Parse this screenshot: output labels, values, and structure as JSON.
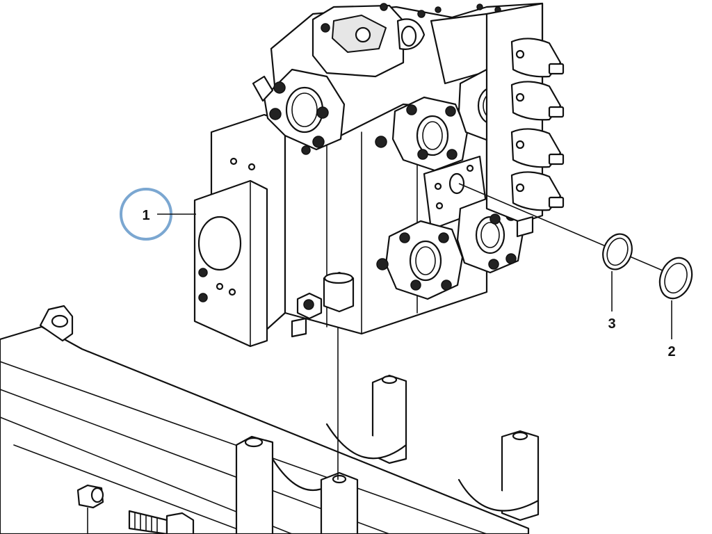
{
  "callouts": [
    {
      "id": "1",
      "label": "1",
      "highlighted": true
    },
    {
      "id": "2",
      "label": "2",
      "highlighted": false
    },
    {
      "id": "3",
      "label": "3",
      "highlighted": false
    }
  ],
  "colors": {
    "highlight_ring": "#7ba7d1",
    "line": "#111111",
    "fill": "#ffffff",
    "shade": "#e6e6e6"
  }
}
